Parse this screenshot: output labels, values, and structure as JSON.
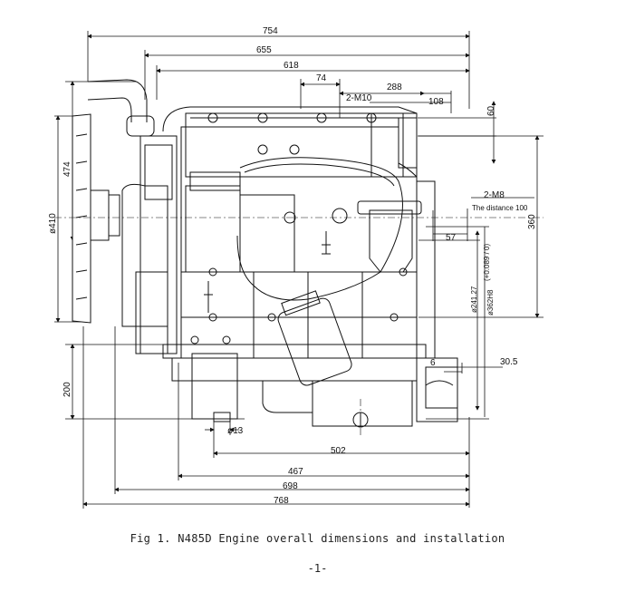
{
  "figure": {
    "caption": "Fig 1. N485D  Engine overall dimensions and installation",
    "page_number": "-1-"
  },
  "dimensions": {
    "d754": "754",
    "d655": "655",
    "d618": "618",
    "d74": "74",
    "d288": "288",
    "d108": "108",
    "d60": "60",
    "m10": "2-M10",
    "m8": "2-M8",
    "distance": "The distance 100",
    "d57": "57",
    "d360": "360",
    "d474": "474",
    "d410": "ø410",
    "d241": "ø241.27",
    "d362": "ø362H8",
    "tol": "(+0.089 / 0)",
    "d6": "6",
    "d305": "30.5",
    "d200": "200",
    "d13": "ø13",
    "d502": "502",
    "d467": "467",
    "d698": "698",
    "d768": "768"
  }
}
